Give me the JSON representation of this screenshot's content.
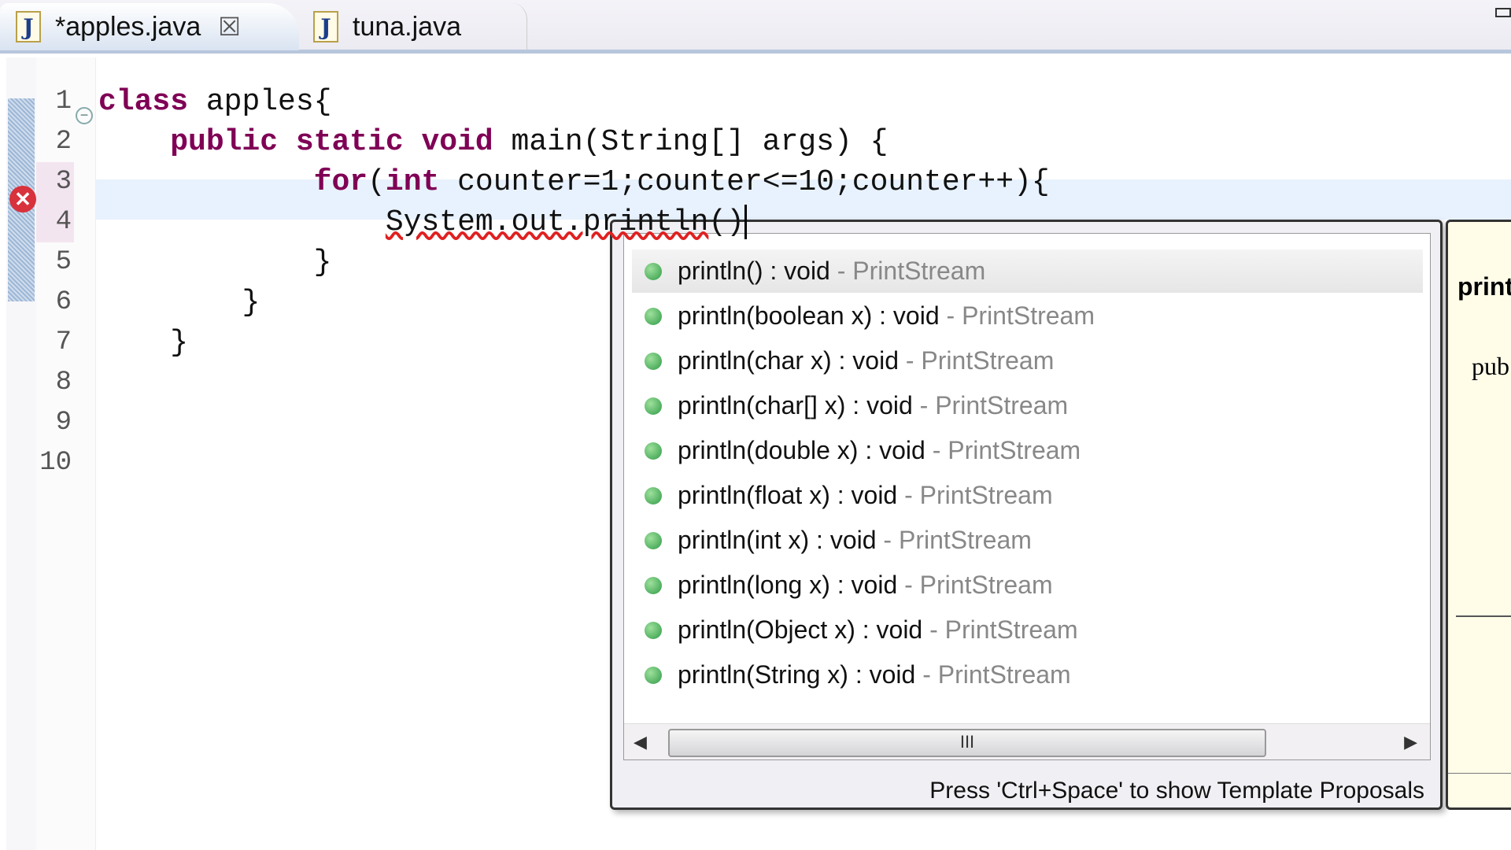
{
  "tabs": [
    {
      "label": "*apples.java",
      "icon": "java-file-icon",
      "active": true
    },
    {
      "label": "tuna.java",
      "icon": "java-file-icon",
      "active": false
    }
  ],
  "editor": {
    "line_numbers": [
      "1",
      "2",
      "3",
      "4",
      "5",
      "6",
      "7",
      "8",
      "9",
      "10"
    ],
    "lines": [
      {
        "indent": "",
        "parts": [
          {
            "t": "class",
            "kw": true
          },
          {
            "t": " apples{"
          }
        ]
      },
      {
        "indent": "    ",
        "parts": [
          {
            "t": "public",
            "kw": true
          },
          {
            "t": " "
          },
          {
            "t": "static",
            "kw": true
          },
          {
            "t": " "
          },
          {
            "t": "void",
            "kw": true
          },
          {
            "t": " main(String[] args) {"
          }
        ]
      },
      {
        "indent": "            ",
        "parts": [
          {
            "t": "for",
            "kw": true
          },
          {
            "t": "("
          },
          {
            "t": "int",
            "kw": true
          },
          {
            "t": " counter=1;counter<=10;counter++){"
          }
        ]
      },
      {
        "indent": "                ",
        "parts": [
          {
            "t": "System.out.println",
            "err": true
          },
          {
            "t": "()"
          }
        ]
      },
      {
        "indent": "            ",
        "parts": [
          {
            "t": "}"
          }
        ]
      },
      {
        "indent": "        ",
        "parts": [
          {
            "t": "}"
          }
        ]
      },
      {
        "indent": "    ",
        "parts": [
          {
            "t": "}"
          }
        ]
      },
      {
        "indent": "",
        "parts": []
      },
      {
        "indent": "",
        "parts": []
      },
      {
        "indent": "",
        "parts": []
      }
    ],
    "error_line": "4"
  },
  "completion": {
    "items": [
      {
        "sig": "println() : void",
        "type": " - PrintStream",
        "selected": true
      },
      {
        "sig": "println(boolean x) : void",
        "type": " - PrintStream"
      },
      {
        "sig": "println(char x) : void",
        "type": " - PrintStream"
      },
      {
        "sig": "println(char[] x) : void",
        "type": " - PrintStream"
      },
      {
        "sig": "println(double x) : void",
        "type": " - PrintStream"
      },
      {
        "sig": "println(float x) : void",
        "type": " - PrintStream"
      },
      {
        "sig": "println(int x) : void",
        "type": " - PrintStream"
      },
      {
        "sig": "println(long x) : void",
        "type": " - PrintStream"
      },
      {
        "sig": "println(Object x) : void",
        "type": " - PrintStream"
      },
      {
        "sig": "println(String x) : void",
        "type": " - PrintStream"
      }
    ],
    "footer": "Press 'Ctrl+Space' to show Template Proposals",
    "thumb_grip": "III"
  },
  "info": {
    "title": "print",
    "signature": "pub"
  }
}
